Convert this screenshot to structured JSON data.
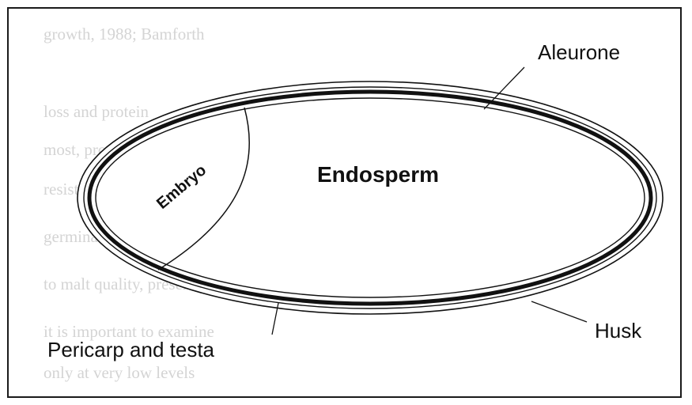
{
  "figure": {
    "labels": {
      "aleurone": "Aleurone",
      "endosperm": "Endosperm",
      "embryo": "Embryo",
      "husk": "Husk",
      "pericarp_testa": "Pericarp and testa"
    },
    "colors": {
      "line": "#111111",
      "bleed_text": "#d4d4d4",
      "background": "#ffffff"
    }
  }
}
